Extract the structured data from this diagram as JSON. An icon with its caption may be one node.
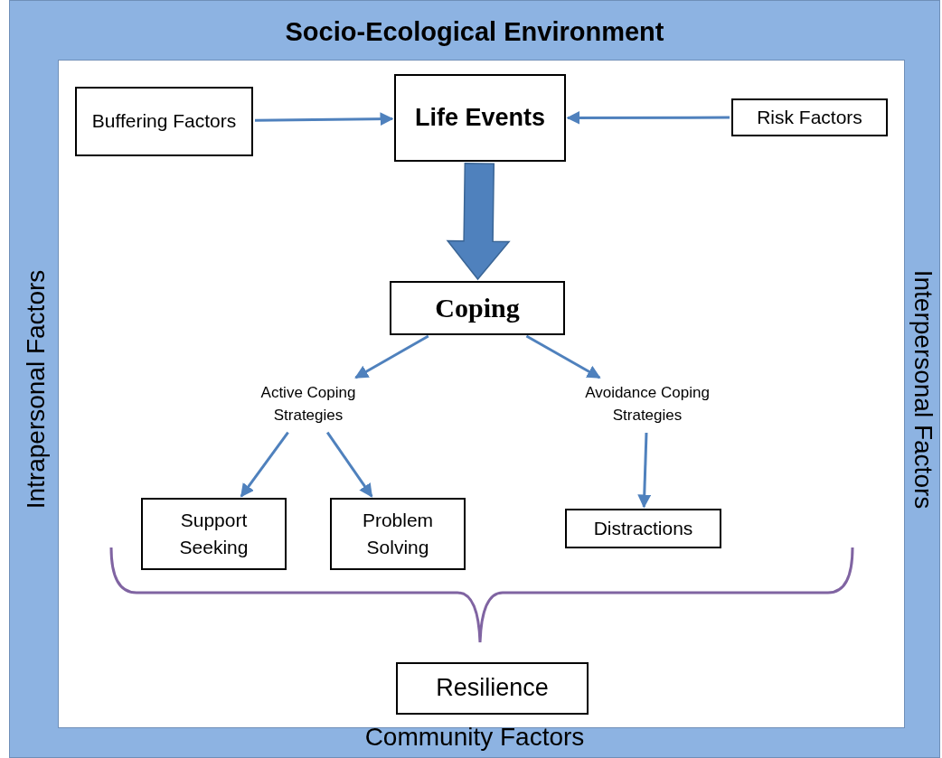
{
  "diagram": {
    "nodes": [
      {
        "text": [
          "Socio-Ecological Environment",
          "Intrapersonal Factors",
          "Interpersonal Factors",
          "Community Factors"
        ]
      },
      {
        "text": [
          "Buffering Factors"
        ],
        "in": 0
      },
      {
        "text": [
          "Life Events"
        ],
        "in": 0
      },
      {
        "text": [
          "Risk Factors"
        ],
        "in": 0
      },
      {
        "text": [
          "Coping"
        ],
        "in": 0
      },
      {
        "text": [
          "Active Coping Strategies"
        ],
        "in": 0
      },
      {
        "text": [
          "Avoidance Coping Strategies"
        ],
        "in": 0
      },
      {
        "text": [
          "Support Seeking"
        ],
        "in": 0
      },
      {
        "text": [
          "Problem Solving"
        ],
        "in": 0
      },
      {
        "text": [
          "Distractions"
        ],
        "in": 0
      },
      {
        "text": [
          "Resilience"
        ],
        "in": 0
      }
    ],
    "edges": [
      {
        "from": 1,
        "to": 2,
        "arrow": "to"
      },
      {
        "from": 3,
        "to": 2,
        "arrow": "to"
      },
      {
        "from": 2,
        "to": 4,
        "arrow": "to",
        "style": "thick"
      },
      {
        "from": 4,
        "to": 5,
        "arrow": "to"
      },
      {
        "from": 4,
        "to": 6,
        "arrow": "to"
      },
      {
        "from": 5,
        "to": 7,
        "arrow": "to"
      },
      {
        "from": 5,
        "to": 8,
        "arrow": "to"
      },
      {
        "from": 6,
        "to": 9,
        "arrow": "to"
      }
    ]
  }
}
